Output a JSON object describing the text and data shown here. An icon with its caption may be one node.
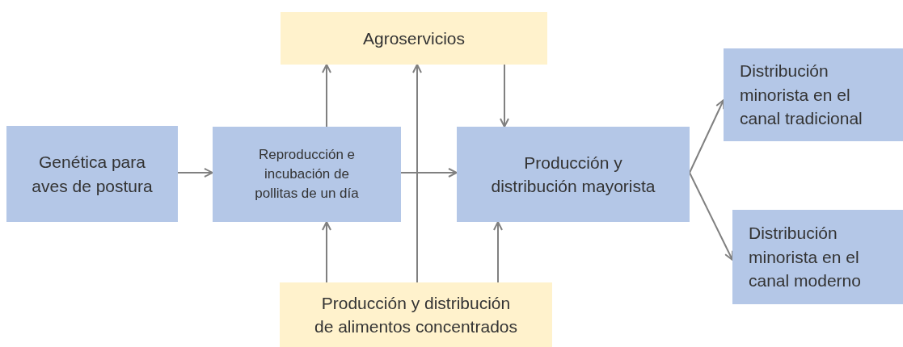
{
  "diagram": {
    "nodes": [
      {
        "text": [
          "Agroservicios"
        ]
      },
      {
        "text": [
          "Genética para aves de postura"
        ]
      },
      {
        "text": [
          "Reproducción e incubación de pollitas de un día"
        ]
      },
      {
        "text": [
          "Producción y distribución mayorista"
        ]
      },
      {
        "text": [
          "Distribución minorista en el canal tradicional"
        ]
      },
      {
        "text": [
          "Distribución minorista en el canal moderno"
        ]
      },
      {
        "text": [
          "Producción y distribución de alimentos concentrados"
        ]
      }
    ],
    "edges": [
      {
        "from": 1,
        "to": 2,
        "arrow": "to"
      },
      {
        "from": 2,
        "to": 3,
        "arrow": "to"
      },
      {
        "from": 2,
        "to": 0,
        "arrow": "to"
      },
      {
        "from": 6,
        "to": 0,
        "arrow": "to"
      },
      {
        "from": 0,
        "to": 3,
        "arrow": "to"
      },
      {
        "from": 6,
        "to": 2,
        "arrow": "to"
      },
      {
        "from": 6,
        "to": 3,
        "arrow": "to"
      },
      {
        "from": 3,
        "to": 4,
        "arrow": "to"
      },
      {
        "from": 3,
        "to": 5,
        "arrow": "to"
      }
    ]
  }
}
